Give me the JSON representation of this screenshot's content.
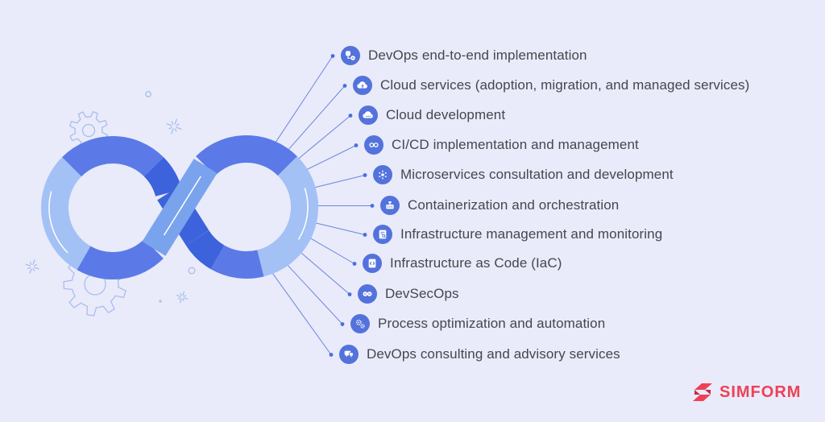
{
  "palette": {
    "background": "#e9ebfa",
    "ring_medium": "#5b7ae8",
    "ring_light": "#a3c1f4",
    "ring_dark": "#3c63dc",
    "ring_cross": "#7aa3ee",
    "connector_line": "#6d85dd",
    "connector_dot": "#4a6de2",
    "icon_circle": "#5472dc",
    "label_text": "#44474e",
    "decoration": "#a9bdee",
    "logo_red": "#ee4156",
    "logo_red_dark": "#c22b44"
  },
  "services": [
    {
      "label": "DevOps end-to-end implementation",
      "icon": "devops-workflow-icon"
    },
    {
      "label": "Cloud services (adoption, migration, and managed services)",
      "icon": "cloud-upload-icon"
    },
    {
      "label": "Cloud development",
      "icon": "cloud-development-icon"
    },
    {
      "label": "CI/CD implementation and management",
      "icon": "cicd-pipeline-icon"
    },
    {
      "label": "Microservices consultation and development",
      "icon": "microservices-icon"
    },
    {
      "label": "Containerization and orchestration",
      "icon": "container-icon"
    },
    {
      "label": "Infrastructure management and monitoring",
      "icon": "infrastructure-monitoring-icon"
    },
    {
      "label": "Infrastructure as Code (IaC)",
      "icon": "infrastructure-code-icon"
    },
    {
      "label": "DevSecOps",
      "icon": "devsecops-icon"
    },
    {
      "label": "Process optimization and automation",
      "icon": "process-automation-icon"
    },
    {
      "label": "DevOps consulting and advisory services",
      "icon": "consulting-chat-icon"
    }
  ],
  "logo": {
    "text": "SIMFORM"
  }
}
